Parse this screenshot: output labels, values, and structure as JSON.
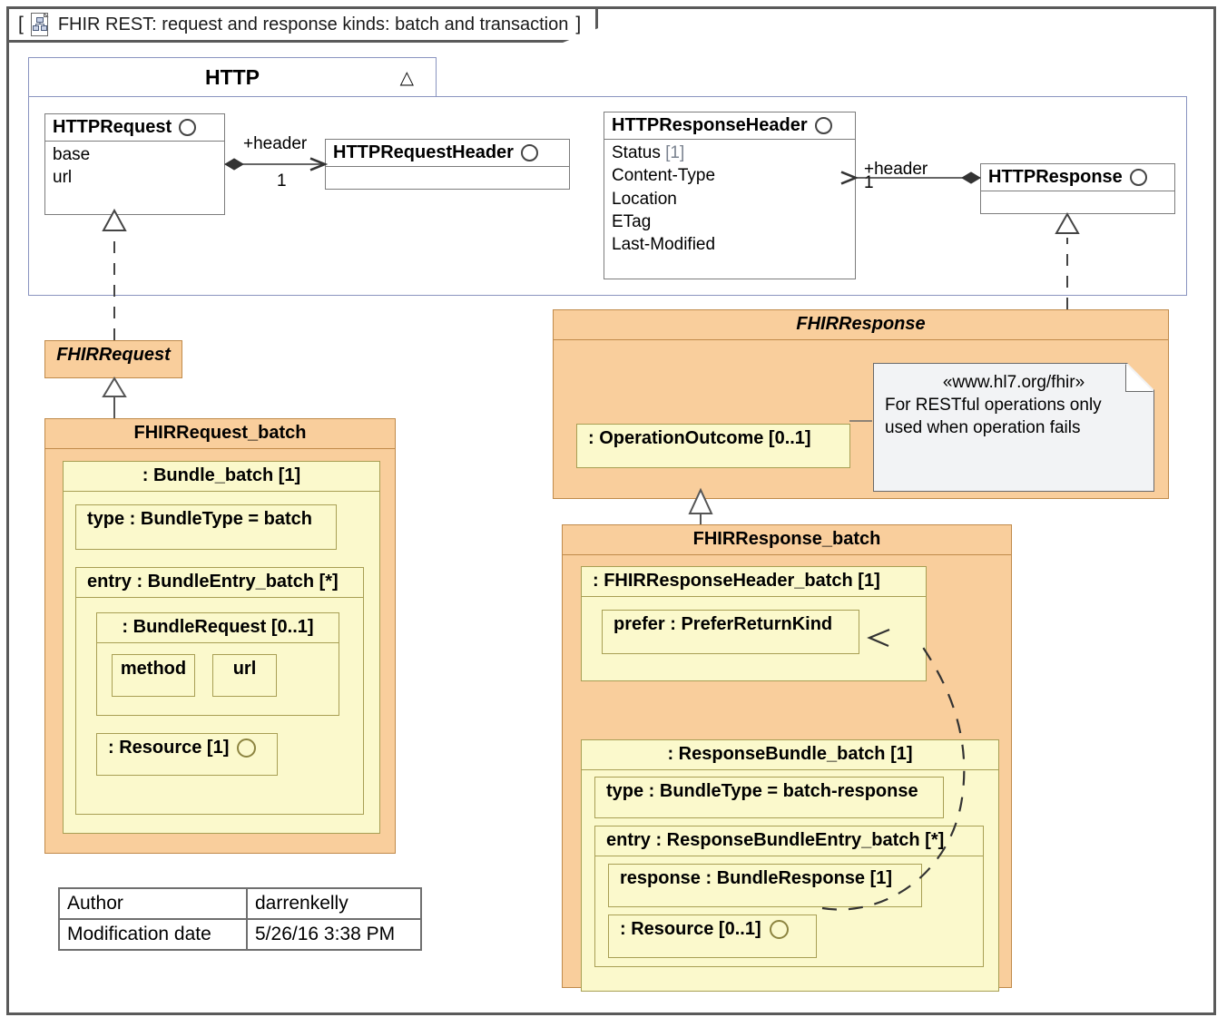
{
  "diagram": {
    "title": "FHIR REST: request and response kinds: batch and transaction",
    "title_open_bracket": "[",
    "title_close_bracket": "]",
    "icon": "class-diagram-icon"
  },
  "package": {
    "name": "HTTP",
    "collapse_glyph": "△"
  },
  "http_classes": {
    "request": {
      "name": "HTTPRequest",
      "icon": "interface-circle-icon",
      "attributes": [
        "base",
        "url"
      ]
    },
    "request_header": {
      "name": "HTTPRequestHeader",
      "icon": "interface-circle-icon",
      "attributes": []
    },
    "response_header": {
      "name": "HTTPResponseHeader",
      "icon": "interface-circle-icon",
      "attributes": [
        "Status",
        "Content-Type",
        "Location",
        "ETag",
        "Last-Modified"
      ],
      "status_multiplicity": "[1]"
    },
    "response": {
      "name": "HTTPResponse",
      "icon": "interface-circle-icon",
      "attributes": []
    }
  },
  "associations": {
    "request_header_role": "+header",
    "request_header_mult": "1",
    "response_header_role": "+header",
    "response_header_mult": "1"
  },
  "fhir_request": {
    "abstract_name": "FHIRRequest",
    "batch": {
      "name": "FHIRRequest_batch",
      "bundle": {
        "label": ": Bundle_batch [1]",
        "type_part": "type : BundleType = batch",
        "entry": {
          "label": "entry : BundleEntry_batch [*]",
          "bundle_request": {
            "label": ": BundleRequest [0..1]",
            "method": "method",
            "url": "url"
          },
          "resource": {
            "label": ": Resource [1]",
            "icon": "interface-circle-icon"
          }
        }
      }
    }
  },
  "fhir_response": {
    "abstract_name": "FHIRResponse",
    "operation_outcome": ": OperationOutcome [0..1]",
    "note": {
      "stereotype": "«www.hl7.org/fhir»",
      "line1": "For RESTful operations only",
      "line2": "used when operation fails"
    },
    "batch": {
      "name": "FHIRResponse_batch",
      "header": {
        "label": ": FHIRResponseHeader_batch [1]",
        "prefer": "prefer : PreferReturnKind"
      },
      "bundle": {
        "label": ": ResponseBundle_batch [1]",
        "type_part": "type : BundleType = batch-response",
        "entry": {
          "label": "entry : ResponseBundleEntry_batch [*]",
          "response": "response : BundleResponse [1]",
          "resource": {
            "label": ": Resource [0..1]",
            "icon": "interface-circle-icon"
          }
        }
      }
    }
  },
  "metadata": {
    "rows": [
      {
        "key": "Author",
        "value": "darrenkelly"
      },
      {
        "key": "Modification date",
        "value": "5/26/16 3:38 PM"
      }
    ]
  },
  "colors": {
    "classifier_fill": "#f9ce9c",
    "part_fill": "#fbf9cc",
    "note_fill": "#f2f3f5",
    "package_border": "#8a94c0",
    "frame_border": "#5a5a5a"
  }
}
